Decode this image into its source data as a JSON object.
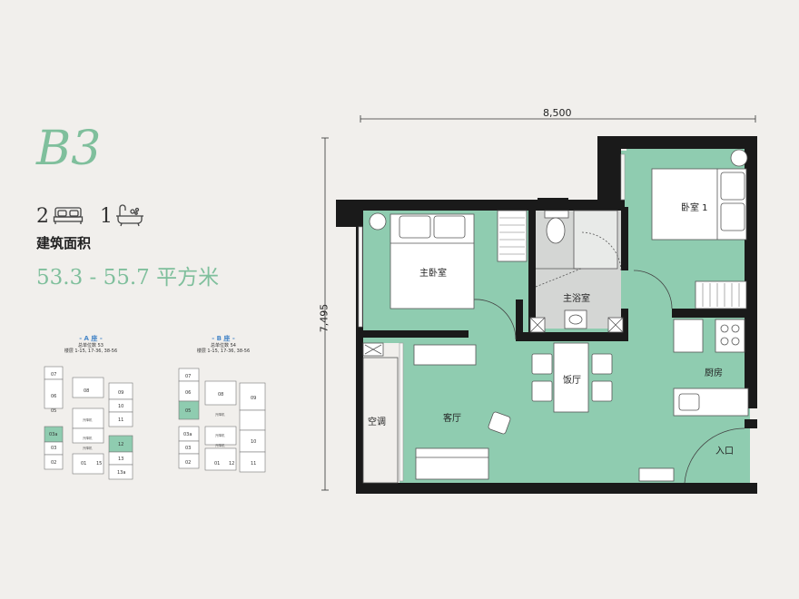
{
  "unit": {
    "code": "B3",
    "bedrooms": "2",
    "bathrooms": "1",
    "area_label": "建筑面积",
    "area_value": "53.3 - 55.7 平方米"
  },
  "dimensions": {
    "width": "8,500",
    "depth": "7,495"
  },
  "rooms": {
    "master_bedroom": "主卧室",
    "bedroom1": "卧室 1",
    "master_bath": "主浴室",
    "dining": "饭厅",
    "living": "客厅",
    "kitchen": "厨房",
    "aircon": "空调",
    "entrance": "入口"
  },
  "key_plans": {
    "a": {
      "title": "- A 座 -",
      "total": "总单位数 53",
      "floors": "楼层 1-15, 17-36, 38-56",
      "units": [
        "07",
        "08",
        "06",
        "05",
        "03a",
        "03",
        "02",
        "01",
        "15",
        "09",
        "10",
        "11",
        "12",
        "13",
        "13a"
      ],
      "small": [
        "升降机",
        "升降机",
        "升降机"
      ]
    },
    "b": {
      "title": "- B 座 -",
      "total": "总单位数 54",
      "floors": "楼层 1-15, 17-36, 38-56",
      "units": [
        "07",
        "08",
        "06",
        "05",
        "03a",
        "03",
        "02",
        "01",
        "12",
        "09",
        "10",
        "11"
      ],
      "small": [
        "升降机",
        "升降机",
        "升降机"
      ]
    }
  },
  "colors": {
    "accent": "#7fbf9c",
    "floor": "#8fccb0",
    "wall": "#1a1a1a",
    "highlight": "#8fccb0"
  }
}
